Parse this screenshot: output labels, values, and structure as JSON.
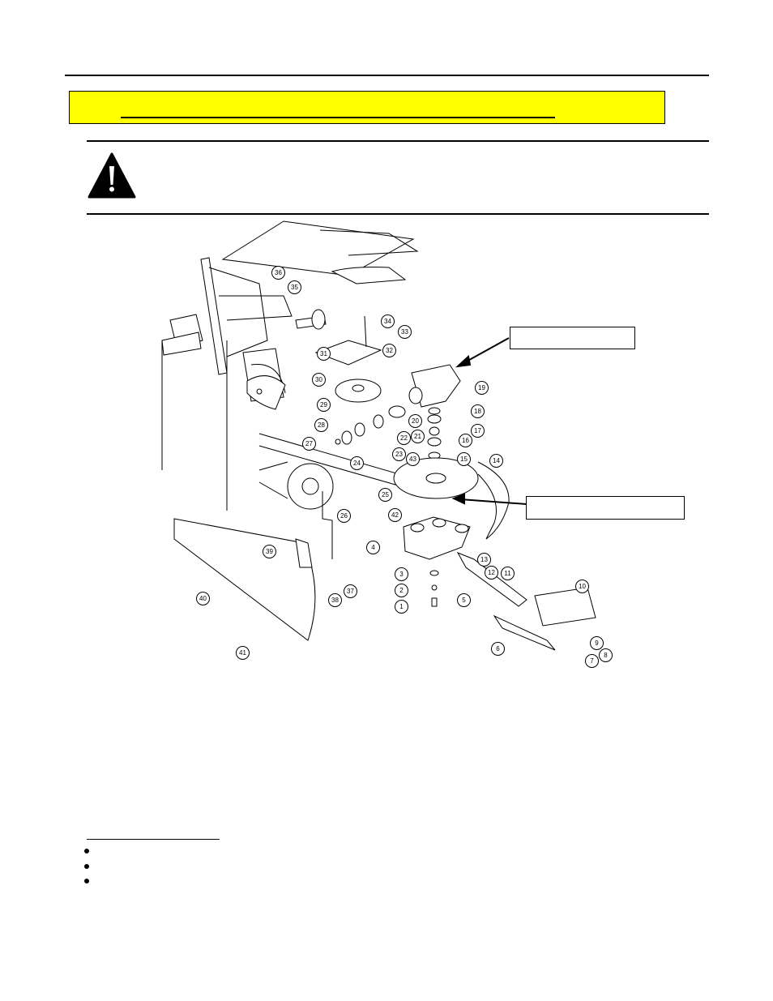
{
  "diagram": {
    "callout_numbers": [
      "1",
      "2",
      "3",
      "4",
      "5",
      "6",
      "7",
      "8",
      "9",
      "10",
      "11",
      "12",
      "13",
      "14",
      "15",
      "16",
      "17",
      "18",
      "19",
      "20",
      "21",
      "22",
      "23",
      "24",
      "25",
      "26",
      "27",
      "28",
      "29",
      "30",
      "31",
      "32",
      "33",
      "34",
      "35",
      "36",
      "37",
      "38",
      "39",
      "40",
      "41",
      "42",
      "43"
    ]
  },
  "colors": {
    "banner": "#ffff00",
    "rule": "#000000"
  }
}
